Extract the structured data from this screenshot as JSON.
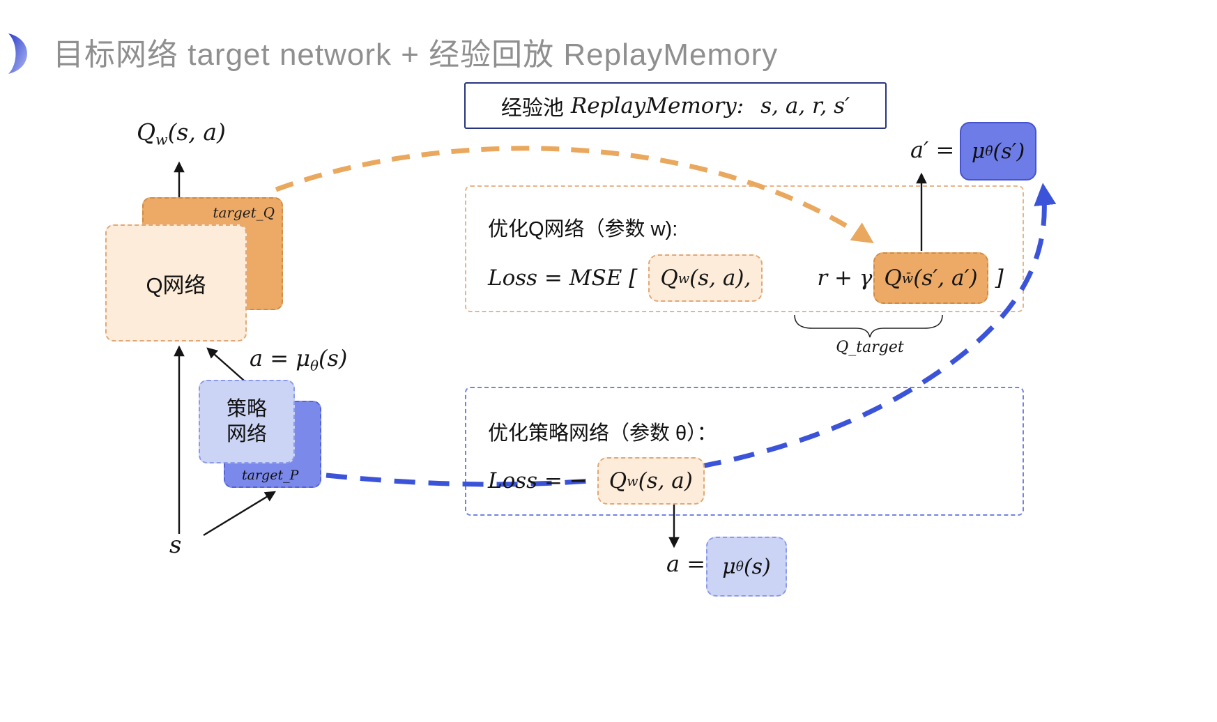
{
  "title": "目标网络 target network + 经验回放 ReplayMemory",
  "replay_box": {
    "cn": "经验池",
    "en": "ReplayMemory:",
    "vars": "s, a, r, s′"
  },
  "q_network": {
    "label": "Q网络",
    "target_label": "target_Q",
    "output": {
      "base": "Q",
      "sub": "w",
      "args": "(s, a)"
    }
  },
  "policy_network": {
    "line1": "策略",
    "line2": "网络",
    "target_label": "target_P"
  },
  "state_label": "s",
  "action_label": {
    "pre": "a = μ",
    "sub": "θ",
    "args": "(s)"
  },
  "q_opt": {
    "heading": "优化Q网络（参数 w):",
    "loss_prefix": "Loss = MSE [",
    "q_term": {
      "base": "Q",
      "sub": "w",
      "args": "(s, a),"
    },
    "target_pre": "r + γ",
    "target_term": {
      "base": "Q",
      "sub": "w̄",
      "args": "(s′, a′)"
    },
    "loss_suffix": "]",
    "brace_label": "Q_target"
  },
  "policy_opt": {
    "heading": "优化策略网络（参数 θ）：",
    "loss_prefix": "Loss = −",
    "q_term": {
      "base": "Q",
      "sub": "w",
      "args": "(s, a)"
    }
  },
  "a_prime": {
    "pre": "a′ =",
    "term": {
      "base": "μ",
      "sub": "θ̄",
      "args": "(s′)"
    }
  },
  "a_out": {
    "pre": "a =",
    "term": {
      "base": "μ",
      "sub": "θ",
      "args": "(s)"
    }
  },
  "colors": {
    "cream_fill": "#fcecd9",
    "orange_fill": "#edaa66",
    "light_blue_fill": "#ccd4f5",
    "dark_blue_fill": "#7b89ea",
    "accent_blue": "#3b53d9",
    "accent_orange": "#e9a85e",
    "navy_border": "#27357e",
    "title_gray": "#8f8f8f"
  }
}
